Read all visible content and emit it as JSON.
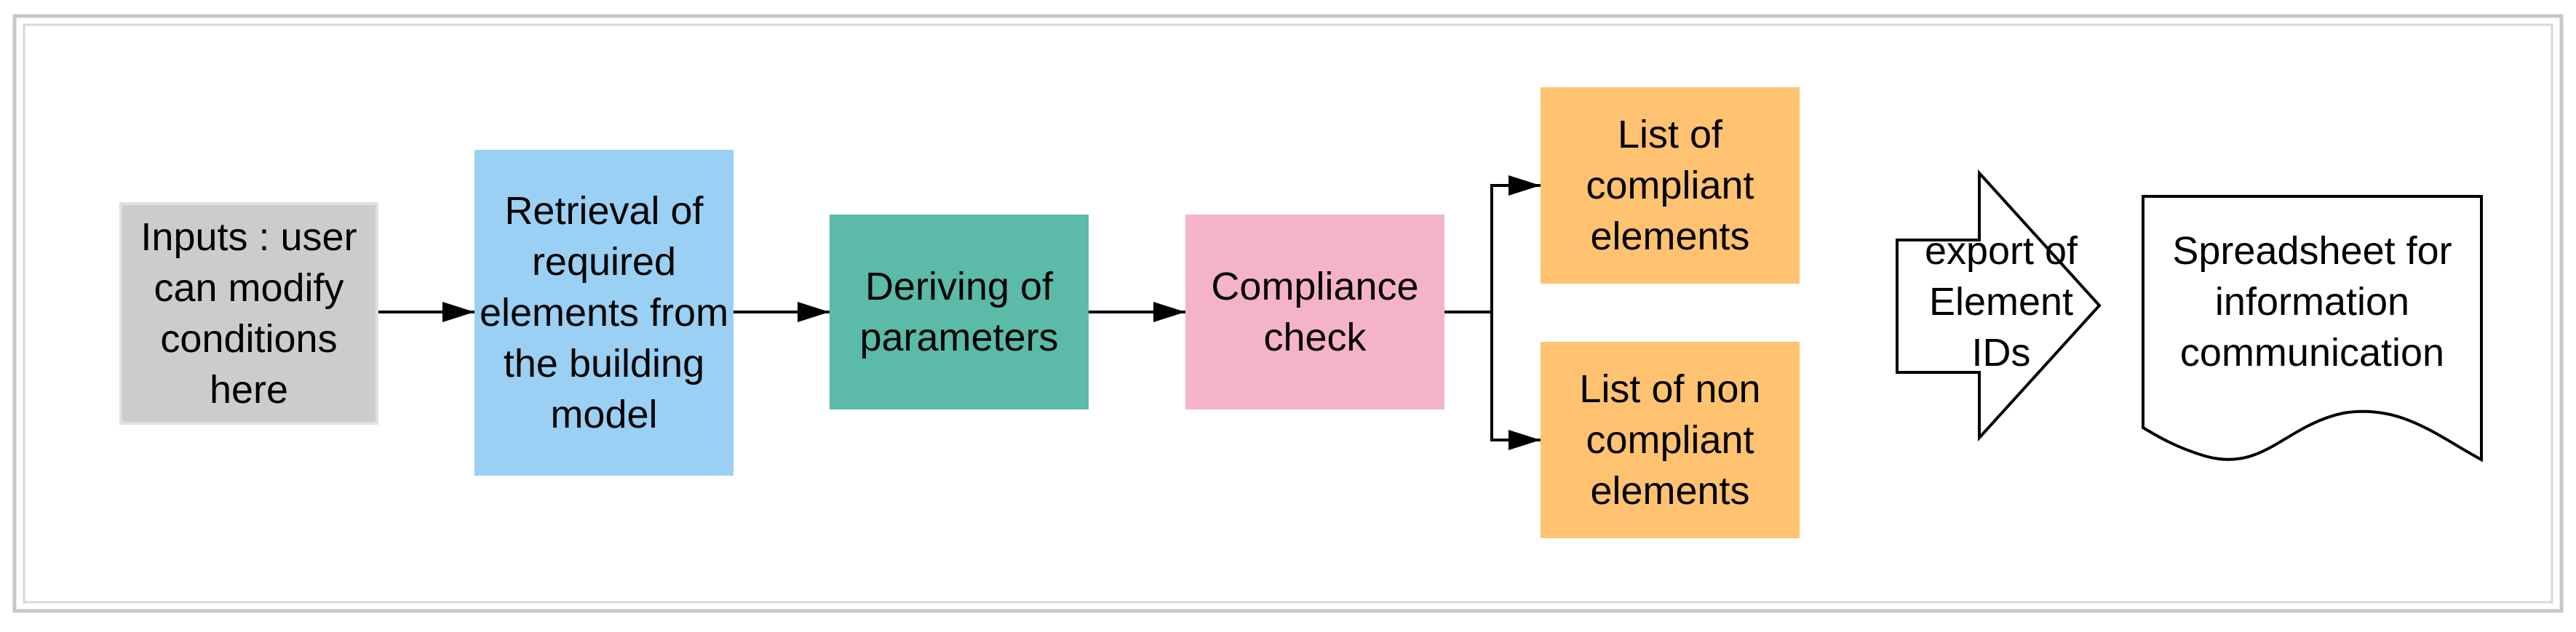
{
  "nodes": {
    "inputs": "Inputs : user can modify conditions here",
    "retrieval": "Retrieval of required elements from the building model",
    "deriving": "Deriving of parameters",
    "compliance": "Compliance check",
    "compliant": "List of compliant elements",
    "noncompliant": "List of non compliant elements",
    "export": "export of Element IDs",
    "spreadsheet": "Spreadsheet for information communication"
  },
  "colors": {
    "inputs": "#cccccc",
    "retrieval": "#99d0f3",
    "deriving": "#5bbaa8",
    "compliance": "#f5b3c8",
    "lists": "#ffc270",
    "stroke": "#000000",
    "frame": "#c8c8c8"
  }
}
